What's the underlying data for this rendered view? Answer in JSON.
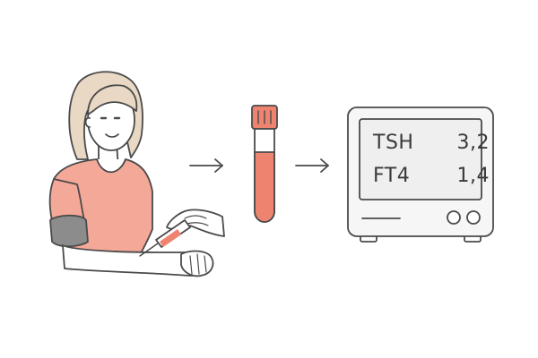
{
  "analyzer": {
    "readings": [
      {
        "label": "TSH",
        "value": "3,2"
      },
      {
        "label": "FT4",
        "value": "1,4"
      }
    ]
  },
  "colors": {
    "outline": "#4a4a4a",
    "shirt": "#f4a898",
    "blood": "#ee8470",
    "hair": "#e8d8c4",
    "skin": "#ffffff",
    "screen": "#efefef",
    "device": "#f6f6f6",
    "cuff": "#8c8c8c"
  },
  "icons": [
    "patient-figure",
    "syringe-icon",
    "arrow-right-icon",
    "blood-tube-icon",
    "lab-analyzer-icon"
  ]
}
